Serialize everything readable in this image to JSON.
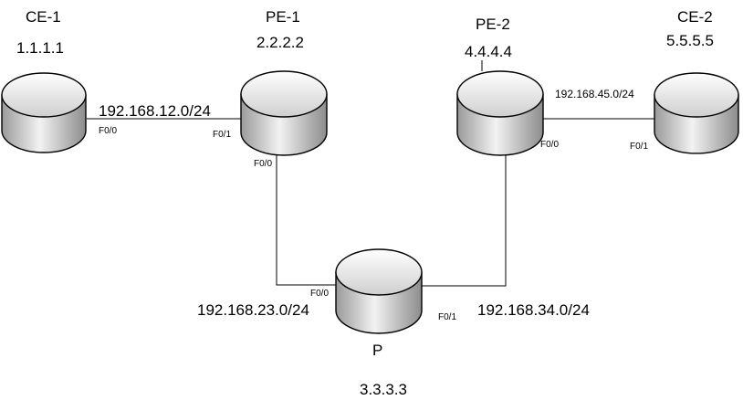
{
  "routers": [
    {
      "name": "CE-1",
      "address": "1.1.1.1"
    },
    {
      "name": "PE-1",
      "address": "2.2.2.2"
    },
    {
      "name": "PE-2",
      "address": "4.4.4.4"
    },
    {
      "name": "CE-2",
      "address": "5.5.5.5"
    },
    {
      "name": "P",
      "address": "3.3.3.3"
    }
  ],
  "networks": {
    "ce1_pe1": "192.168.12.0/24",
    "pe2_ce2": "192.168.45.0/24",
    "pe1_p": "192.168.23.0/24",
    "p_pe2": "192.168.34.0/24"
  },
  "interfaces": {
    "ce1_to_pe1": "F0/0",
    "pe1_to_ce1": "F0/1",
    "pe1_to_p": "F0/0",
    "p_to_pe1": "F0/0",
    "p_to_pe2": "F0/1",
    "pe2_to_p": "F0/0",
    "ce2_to_pe2": "F0/1"
  }
}
